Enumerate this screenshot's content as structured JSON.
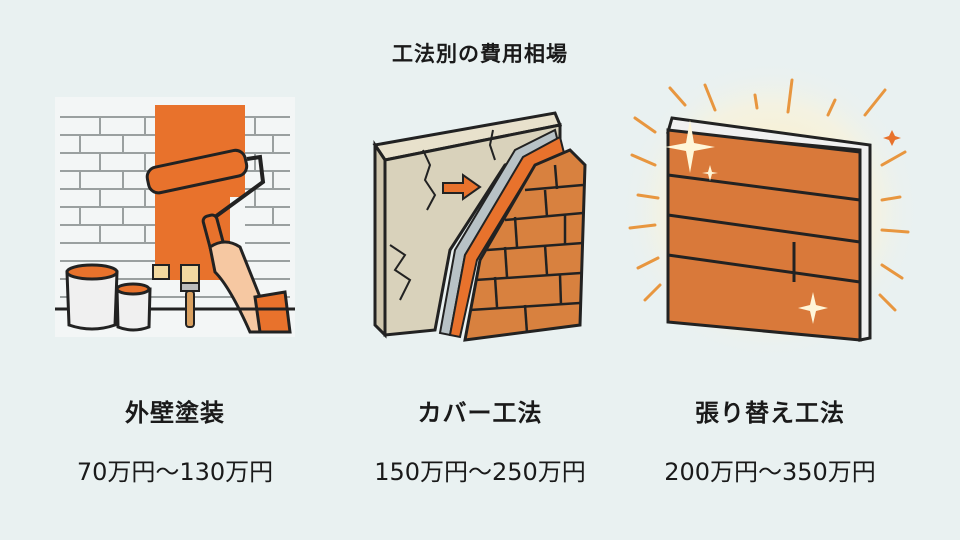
{
  "title": "工法別の費用相場",
  "colors": {
    "background": "#e9f1f1",
    "accent_orange": "#e8722c",
    "text": "#1a1a1a"
  },
  "methods": [
    {
      "name": "外壁塗装",
      "price": "70万円〜130万円",
      "illustration": "paint-roller-brick-wall-icon"
    },
    {
      "name": "カバー工法",
      "price": "150万円〜250万円",
      "illustration": "wall-cover-layers-icon"
    },
    {
      "name": "張り替え工法",
      "price": "200万円〜350万円",
      "illustration": "new-wood-siding-icon"
    }
  ]
}
